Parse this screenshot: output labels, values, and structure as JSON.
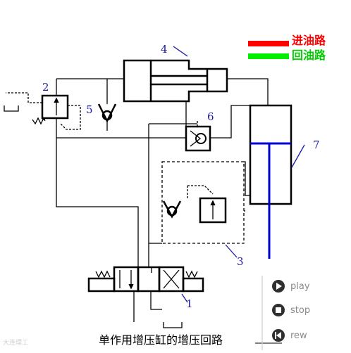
{
  "legend": {
    "supply": {
      "label": "进油路",
      "color": "#ff0000"
    },
    "return": {
      "label": "回油路",
      "color": "#00ee00"
    }
  },
  "component_numbers": [
    "1",
    "2",
    "3",
    "4",
    "5",
    "6",
    "7"
  ],
  "caption": "单作用增压缸的增压回路",
  "controls": {
    "play": "play",
    "stop": "stop",
    "rew": "rew"
  },
  "watermark": "大连理工",
  "colors": {
    "line": "#000000",
    "piston": "#0000cc",
    "label": "#1a1aa8"
  }
}
